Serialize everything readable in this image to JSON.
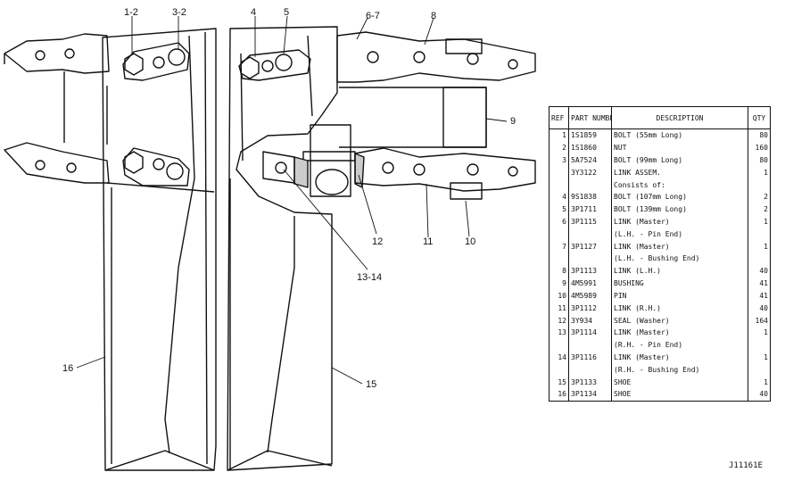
{
  "callouts": [
    "1-2",
    "3-2",
    "4",
    "5",
    "6-7",
    "8",
    "9",
    "10",
    "11",
    "12",
    "13-14",
    "15",
    "16"
  ],
  "table": {
    "headers": {
      "ref": "REF NO.",
      "part": "PART NUMBER",
      "desc": "DESCRIPTION",
      "qty": "QTY"
    },
    "rows": [
      {
        "ref": "1",
        "part": "1S1859",
        "desc": "BOLT (55mm Long)",
        "qty": "80"
      },
      {
        "ref": "2",
        "part": "1S1860",
        "desc": "NUT",
        "qty": "160"
      },
      {
        "ref": "3",
        "part": "5A7524",
        "desc": "BOLT (99mm Long)",
        "qty": "80"
      },
      {
        "ref": "",
        "part": "3Y3122",
        "desc": "LINK ASSEM.",
        "qty": "1"
      },
      {
        "ref": "",
        "part": "",
        "desc": "  Consists of:",
        "qty": ""
      },
      {
        "ref": "4",
        "part": "9S1838",
        "desc": "BOLT (107mm Long)",
        "qty": "2"
      },
      {
        "ref": "5",
        "part": "3P1711",
        "desc": "BOLT (139mm Long)",
        "qty": "2"
      },
      {
        "ref": "6",
        "part": "3P1115",
        "desc": "LINK (Master)",
        "qty": "1"
      },
      {
        "ref": "",
        "part": "",
        "desc": "  (L.H. - Pin End)",
        "qty": ""
      },
      {
        "ref": "7",
        "part": "3P1127",
        "desc": "LINK (Master)",
        "qty": "1"
      },
      {
        "ref": "",
        "part": "",
        "desc": "  (L.H. - Bushing End)",
        "qty": ""
      },
      {
        "ref": "8",
        "part": "3P1113",
        "desc": "LINK (L.H.)",
        "qty": "40"
      },
      {
        "ref": "9",
        "part": "4M5991",
        "desc": "BUSHING",
        "qty": "41"
      },
      {
        "ref": "10",
        "part": "4M5989",
        "desc": "PIN",
        "qty": "41"
      },
      {
        "ref": "11",
        "part": "3P1112",
        "desc": "LINK (R.H.)",
        "qty": "40"
      },
      {
        "ref": "12",
        "part": "3Y934",
        "desc": "SEAL (Washer)",
        "qty": "164"
      },
      {
        "ref": "13",
        "part": "3P1114",
        "desc": "LINK (Master)",
        "qty": "1"
      },
      {
        "ref": "",
        "part": "",
        "desc": "  (R.H. - Pin End)",
        "qty": ""
      },
      {
        "ref": "14",
        "part": "3P1116",
        "desc": "LINK (Master)",
        "qty": "1"
      },
      {
        "ref": "",
        "part": "",
        "desc": "  (R.H. - Bushing End)",
        "qty": ""
      },
      {
        "ref": "15",
        "part": "3P1133",
        "desc": "SHOE",
        "qty": "1"
      },
      {
        "ref": "16",
        "part": "3P1134",
        "desc": "SHOE",
        "qty": "40"
      }
    ]
  },
  "drawing_id": "J11161E"
}
